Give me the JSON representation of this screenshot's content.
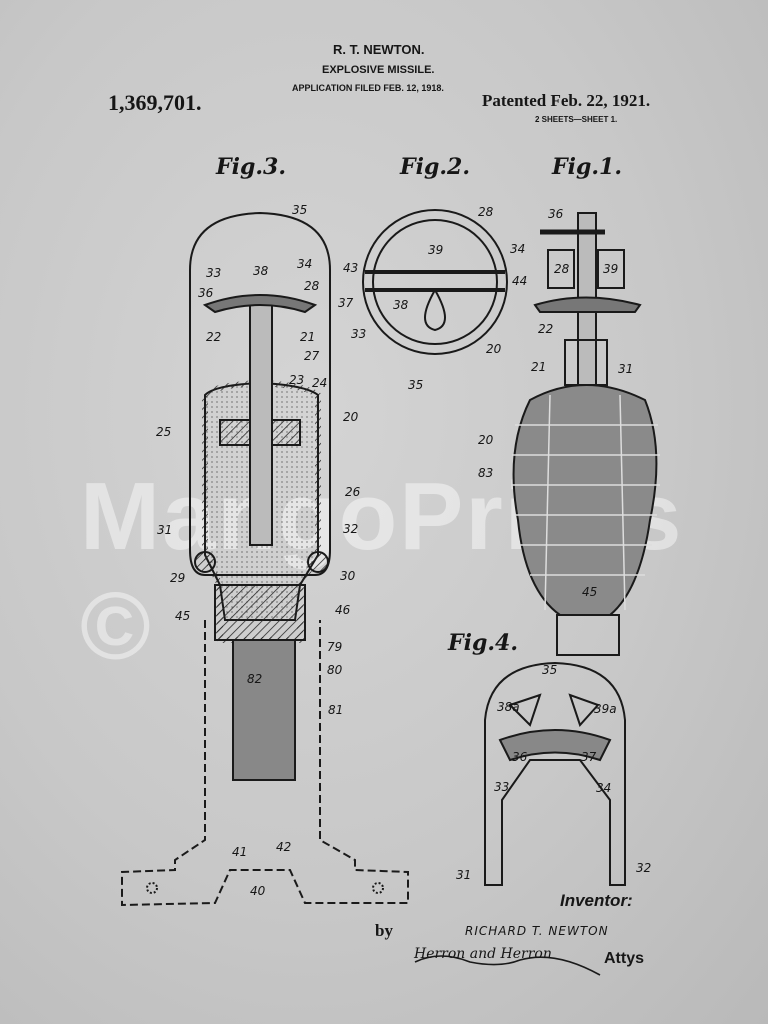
{
  "header": {
    "inventor_short": "R. T. NEWTON.",
    "title": "EXPLOSIVE MISSILE.",
    "application": "APPLICATION FILED FEB. 12, 1918.",
    "patent_number": "1,369,701.",
    "patented": "Patented Feb. 22, 1921.",
    "sheets": "2 SHEETS—SHEET 1."
  },
  "figures": {
    "fig3": {
      "label": "Fig.3.",
      "refs": [
        "35",
        "33",
        "38",
        "34",
        "36",
        "28",
        "37",
        "22",
        "21",
        "27",
        "23",
        "24",
        "25",
        "20",
        "26",
        "31",
        "32",
        "29",
        "30",
        "45",
        "46",
        "79",
        "80",
        "82",
        "81",
        "41",
        "42",
        "40"
      ]
    },
    "fig2": {
      "label": "Fig.2.",
      "refs": [
        "28",
        "39",
        "34",
        "43",
        "44",
        "33",
        "38",
        "20",
        "35"
      ]
    },
    "fig1": {
      "label": "Fig.1.",
      "refs": [
        "36",
        "28",
        "39",
        "22",
        "21",
        "31",
        "20",
        "83",
        "45"
      ]
    },
    "fig4": {
      "label": "Fig.4.",
      "refs": [
        "35",
        "38a",
        "39a",
        "36",
        "37",
        "33",
        "34",
        "31",
        "32"
      ]
    }
  },
  "footer": {
    "inventor_label": "Inventor:",
    "by": "by",
    "inventor_name": "RICHARD T. NEWTON",
    "attorney_signature": "Herron and Herron",
    "attys": "Attys"
  },
  "watermark": "MangoPrints ©"
}
